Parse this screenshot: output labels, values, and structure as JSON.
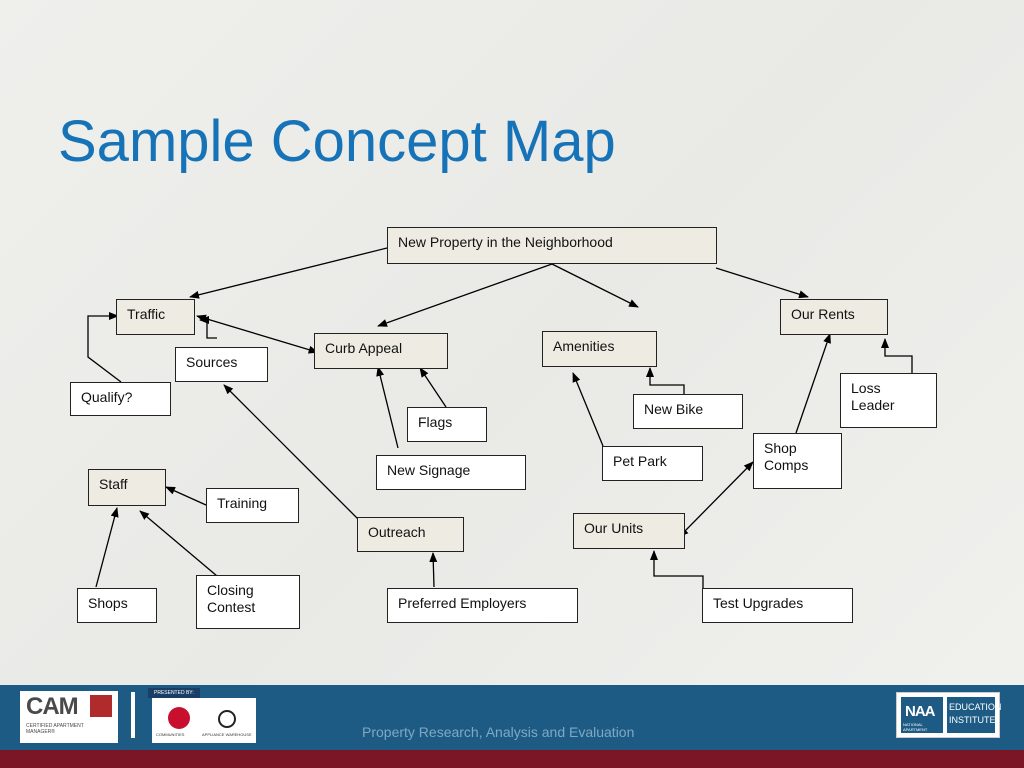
{
  "title": "Sample Concept Map",
  "nodes": {
    "new_property": "New Property in the Neighborhood",
    "traffic": "Traffic",
    "curb_appeal": "Curb Appeal",
    "amenities": "Amenities",
    "our_rents": "Our Rents",
    "sources": "Sources",
    "qualify": "Qualify?",
    "flags": "Flags",
    "new_bike": "New Bike",
    "loss_leader": "Loss Leader",
    "new_signage": "New Signage",
    "pet_park": "Pet Park",
    "shop_comps": "Shop Comps",
    "staff": "Staff",
    "training": "Training",
    "outreach": "Outreach",
    "our_units": "Our Units",
    "shops": "Shops",
    "closing_contest": "Closing Contest",
    "preferred_employers": "Preferred Employers",
    "test_upgrades": "Test Upgrades"
  },
  "footer": {
    "caption": "Property Research,  Analysis and Evaluation",
    "cam_logo": {
      "letters": "CAM",
      "subtitle": "CERTIFIED APARTMENT MANAGER®"
    },
    "presented_by": "PRESENTED BY:",
    "sponsor_a": "COMMUNITIES",
    "sponsor_b": "APPLIANCE WAREHOUSE",
    "naa_logo": {
      "letters": "NAA",
      "subtitle": "NATIONAL APARTMENT ASSOCIATION",
      "edu": "EDUCATION INSTITUTE"
    }
  },
  "colors": {
    "title": "#1673b8",
    "footer_band": "#1d5b84",
    "footer_stripe": "#7a1626",
    "node_tan": "#eeece2"
  }
}
